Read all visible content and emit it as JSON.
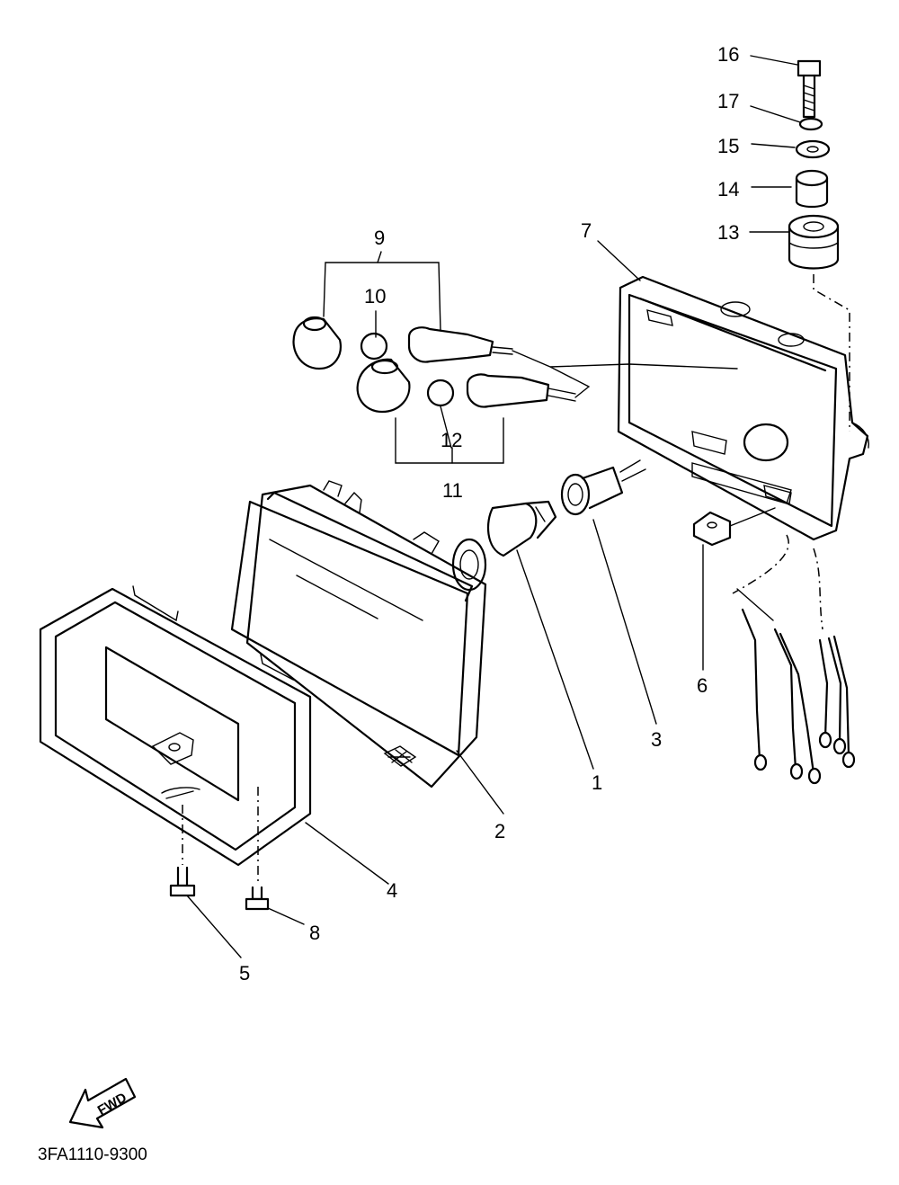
{
  "diagram": {
    "drawing_code": "3FA1110-9300",
    "direction_label": "FWD",
    "callouts": [
      {
        "id": "c1",
        "text": "1"
      },
      {
        "id": "c2",
        "text": "2"
      },
      {
        "id": "c3",
        "text": "3"
      },
      {
        "id": "c4",
        "text": "4"
      },
      {
        "id": "c5",
        "text": "5"
      },
      {
        "id": "c6",
        "text": "6"
      },
      {
        "id": "c7",
        "text": "7"
      },
      {
        "id": "c8",
        "text": "8"
      },
      {
        "id": "c9",
        "text": "9"
      },
      {
        "id": "c10",
        "text": "10"
      },
      {
        "id": "c11",
        "text": "11"
      },
      {
        "id": "c12",
        "text": "12"
      },
      {
        "id": "c13",
        "text": "13"
      },
      {
        "id": "c14",
        "text": "14"
      },
      {
        "id": "c15",
        "text": "15"
      },
      {
        "id": "c16",
        "text": "16"
      },
      {
        "id": "c17",
        "text": "17"
      }
    ]
  }
}
